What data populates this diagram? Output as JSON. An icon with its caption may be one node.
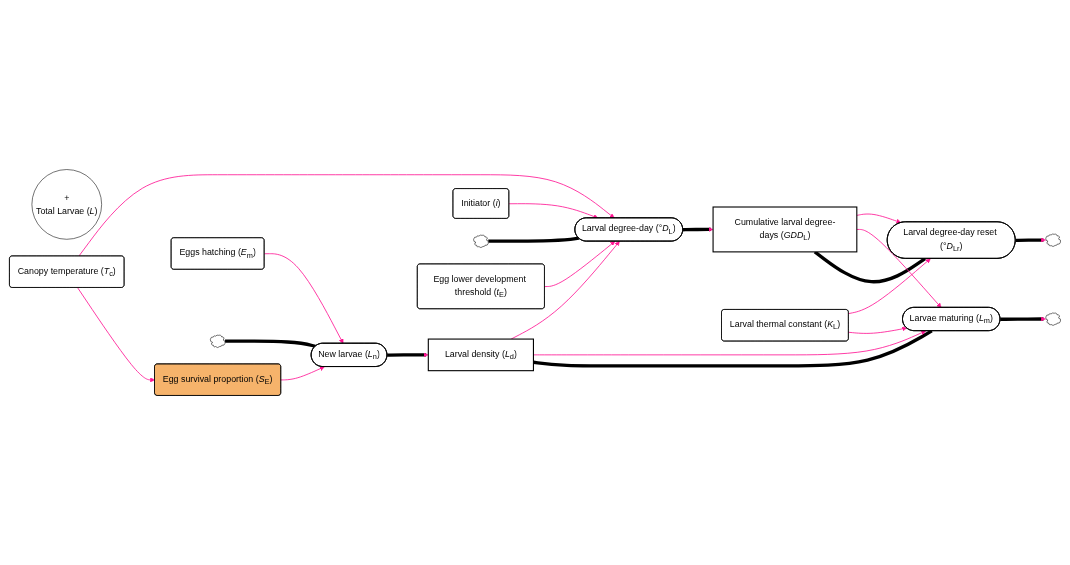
{
  "diagram": {
    "nodes": [
      {
        "text": [
          "Egg survival proportion (*S*$_{E}$)"
        ]
      },
      {
        "text": [
          "+",
          "Total Larvae (*L*)"
        ]
      },
      {
        "text": [
          "Eggs hatching (*E*$_{m}$)"
        ]
      },
      {
        "text": [
          "Larval density (*L*$_{d}$)"
        ]
      },
      {
        "text": [],
        "shape": "cloud"
      },
      {
        "text": [
          "New larvae (*L*$_{n}$)"
        ]
      },
      {
        "text": [
          "Larvae maturing (*L*$_{m}$)"
        ]
      },
      {
        "text": [],
        "shape": "cloud"
      },
      {
        "text": [
          "Initiator (*i*)"
        ]
      },
      {
        "text": [
          "Cumulative larval degree-days (*GDD*$_{L}$)"
        ]
      },
      {
        "text": [
          "Larval thermal constant (*K*$_{L}$)"
        ]
      },
      {
        "text": [
          "Canopy temperature (*T*$_{c}$)"
        ]
      },
      {
        "text": [],
        "shape": "cloud"
      },
      {
        "text": [
          "Larval degree-day (°*D*$_{L}$)"
        ]
      },
      {
        "text": [
          "Larval degree-day reset (°*D*$_{Lr}$)"
        ]
      },
      {
        "text": [],
        "shape": "cloud"
      },
      {
        "text": [
          "Egg lower development threshold (*t*$_{E}$)"
        ]
      }
    ],
    "edges": [
      {
        "from": 4,
        "to": 5,
        "arrow": "none",
        "style": "thick",
        "color": "#000000"
      },
      {
        "from": 5,
        "to": 3,
        "arrow": "to",
        "style": "thick",
        "color": "#000000"
      },
      {
        "from": 3,
        "to": 6,
        "arrow": "none",
        "style": "thick",
        "color": "#000000"
      },
      {
        "from": 6,
        "to": 7,
        "arrow": "to",
        "style": "thick",
        "color": "#000000"
      },
      {
        "from": 12,
        "to": 13,
        "arrow": "none",
        "style": "thick",
        "color": "#000000"
      },
      {
        "from": 13,
        "to": 9,
        "arrow": "to",
        "style": "thick",
        "color": "#000000"
      },
      {
        "from": 9,
        "to": 14,
        "arrow": "none",
        "style": "thick",
        "color": "#000000"
      },
      {
        "from": 14,
        "to": 15,
        "arrow": "to",
        "style": "thick",
        "color": "#000000"
      },
      {
        "from": 11,
        "to": 0,
        "arrow": "to"
      },
      {
        "from": 0,
        "to": 5,
        "arrow": "to"
      },
      {
        "from": 2,
        "to": 5,
        "arrow": "to"
      },
      {
        "from": 3,
        "to": 6,
        "arrow": "to"
      },
      {
        "from": 3,
        "to": 13,
        "arrow": "to"
      },
      {
        "from": 9,
        "to": 6,
        "arrow": "to"
      },
      {
        "from": 10,
        "to": 6,
        "arrow": "to"
      },
      {
        "from": 10,
        "to": 14,
        "arrow": "to"
      },
      {
        "from": 9,
        "to": 14,
        "arrow": "to"
      },
      {
        "from": 8,
        "to": 13,
        "arrow": "to"
      },
      {
        "from": 11,
        "to": 13,
        "arrow": "to"
      },
      {
        "from": 16,
        "to": 13,
        "arrow": "to"
      }
    ]
  }
}
